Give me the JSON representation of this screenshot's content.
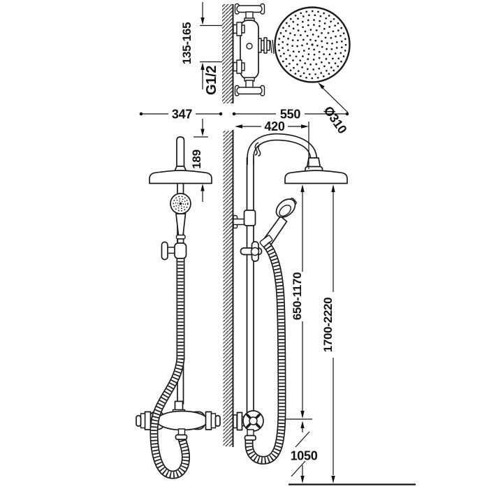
{
  "drawing_type": "shower-column-technical-dimension-drawing",
  "colors": {
    "line": "#1a1a1a",
    "dimension": "#111111",
    "background": "#ffffff"
  },
  "labels": {
    "inlet_spacing": "135-165",
    "connection_thread": "G1/2",
    "width_front": "347",
    "depth_side": "550",
    "arm_projection": "420",
    "head_offset": "189",
    "head_diameter": "Ø310",
    "handshower_range": "650-1170",
    "overall_height": "1700-2220",
    "mixer_height": "1050"
  }
}
